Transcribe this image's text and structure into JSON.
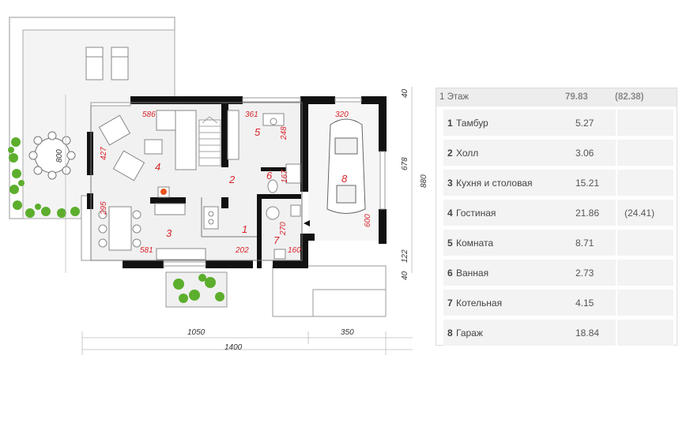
{
  "plan": {
    "rooms": [
      {
        "id": "r1",
        "num": "1"
      },
      {
        "id": "r2",
        "num": "2"
      },
      {
        "id": "r3",
        "num": "3"
      },
      {
        "id": "r4",
        "num": "4"
      },
      {
        "id": "r5",
        "num": "5"
      },
      {
        "id": "r6",
        "num": "6"
      },
      {
        "id": "r7",
        "num": "7"
      },
      {
        "id": "r8",
        "num": "8"
      }
    ],
    "inner_dims": [
      "586",
      "361",
      "320",
      "427",
      "248",
      "167",
      "295",
      "270",
      "600",
      "581",
      "202",
      "160"
    ],
    "outer_dims": {
      "left_height": "800",
      "right_top": "40",
      "right_mid": "678",
      "right_total": "880",
      "right_lower": "122",
      "right_bottom": "40",
      "bottom_left": "1050",
      "bottom_right": "350",
      "bottom_total": "1400"
    }
  },
  "table": {
    "header": {
      "name": "1 Этаж",
      "area": "79.83",
      "total": "(82.38)"
    },
    "rows": [
      {
        "num": "1",
        "name": "Тамбур",
        "area": "5.27",
        "area2": ""
      },
      {
        "num": "2",
        "name": "Холл",
        "area": "3.06",
        "area2": ""
      },
      {
        "num": "3",
        "name": "Кухня и столовая",
        "area": "15.21",
        "area2": ""
      },
      {
        "num": "4",
        "name": "Гостиная",
        "area": "21.86",
        "area2": "(24.41)"
      },
      {
        "num": "5",
        "name": "Комната",
        "area": "8.71",
        "area2": ""
      },
      {
        "num": "6",
        "name": "Ванная",
        "area": "2.73",
        "area2": ""
      },
      {
        "num": "7",
        "name": "Котельная",
        "area": "4.15",
        "area2": ""
      },
      {
        "num": "8",
        "name": "Гараж",
        "area": "18.84",
        "area2": ""
      }
    ]
  }
}
